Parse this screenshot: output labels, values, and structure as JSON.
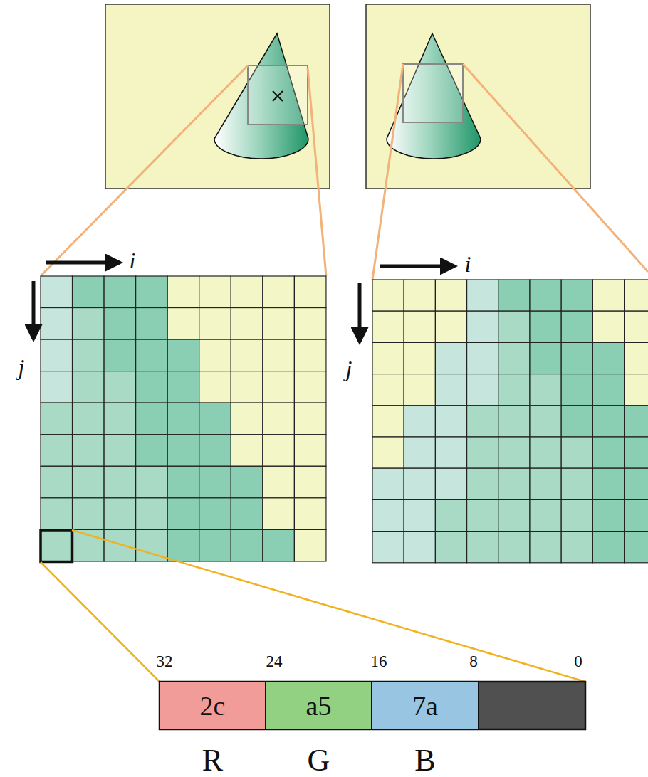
{
  "diagram": {
    "nodes": [
      {
        "text": [
          "2c",
          "R"
        ]
      },
      {
        "text": [
          "a5",
          "G"
        ]
      },
      {
        "text": [
          "7a",
          "B"
        ]
      }
    ],
    "labels": [
      "i",
      "j",
      "i",
      "j",
      "32",
      "24",
      "16",
      "8",
      "0"
    ]
  }
}
